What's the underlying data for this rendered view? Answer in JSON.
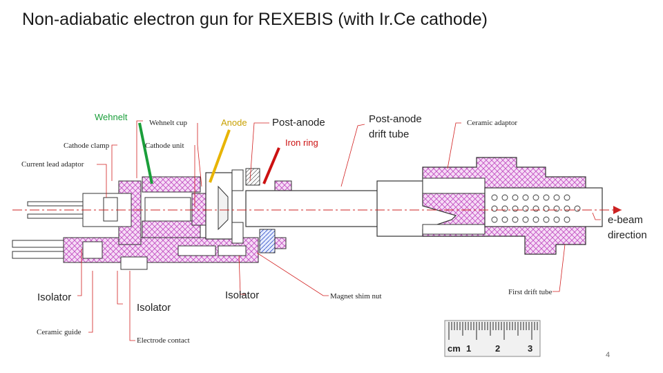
{
  "slide": {
    "title": "Non-adiabatic electron gun for REXEBIS (with Ir.Ce cathode)",
    "page_number": "4"
  },
  "labels": {
    "wehnelt": "Wehnelt",
    "anode": "Anode",
    "iron_ring": "Iron ring",
    "wehnelt_cup": "Wehnelt cup",
    "cathode_clamp": "Cathode clamp",
    "cathode_unit": "Cathode unit",
    "current_lead_adaptor": "Current lead adaptor",
    "post_anode": "Post-anode",
    "post_anode_drift_tube_1": "Post-anode",
    "post_anode_drift_tube_2": "drift tube",
    "ceramic_adaptor": "Ceramic adaptor",
    "ebeam_1": "e-beam",
    "ebeam_2": "direction",
    "isolator_left": "Isolator",
    "isolator_mid": "Isolator",
    "isolator_center": "Isolator",
    "magnet_shim_nut": "Magnet shim nut",
    "first_drift_tube": "First drift tube",
    "ceramic_guide": "Ceramic guide",
    "electrode_contact": "Electrode contact"
  },
  "ruler": {
    "unit": "cm",
    "ticks": [
      "1",
      "2",
      "3"
    ]
  },
  "colors": {
    "hatch": "#c24fc2",
    "callout": "#d21f1f",
    "wehnelt": "#1a9e3a",
    "anode": "#e8b400",
    "iron_ring": "#cc1111",
    "axis": "#cc2222"
  }
}
